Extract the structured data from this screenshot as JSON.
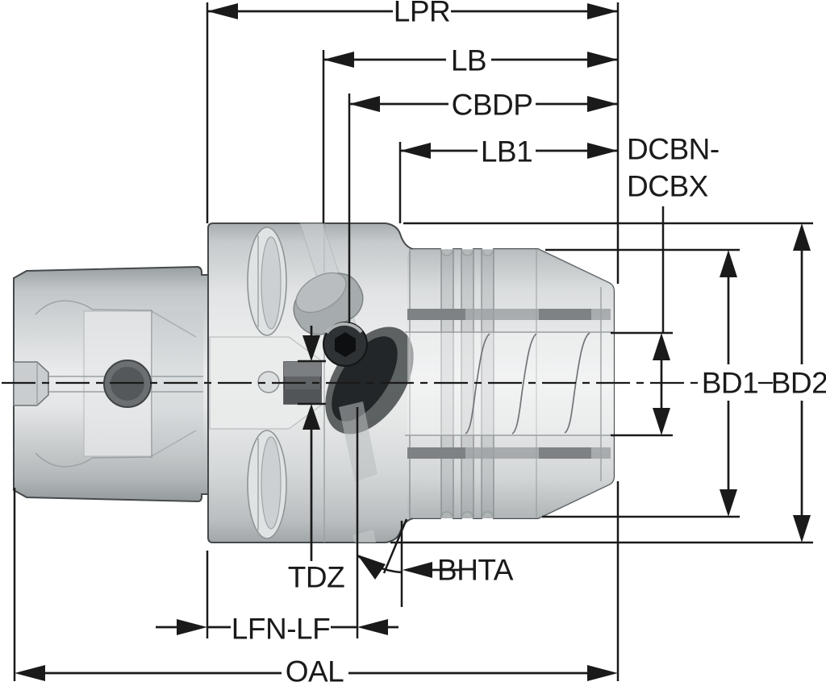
{
  "diagram": {
    "type": "technical-dimensional-drawing",
    "subject": "modular tool holder (polygon-shank clamping unit) side cross-section with dimension callouts",
    "labels": {
      "lpr": "LPR",
      "lb": "LB",
      "cbdp": "CBDP",
      "lb1": "LB1",
      "dcbn": "DCBN-",
      "dcbx": "DCBX",
      "bd1": "BD1",
      "bd2": "BD2",
      "tdz": "TDZ",
      "bhta": "BHTA",
      "lfn_lf": "LFN-LF",
      "oal": "OAL"
    },
    "colors": {
      "dimension_line": "#1a1a1a",
      "part_outline": "#45494b",
      "part_fill_light": "#eef0f0",
      "part_fill_dark": "#a9aeb0",
      "background": "#ffffff"
    }
  }
}
